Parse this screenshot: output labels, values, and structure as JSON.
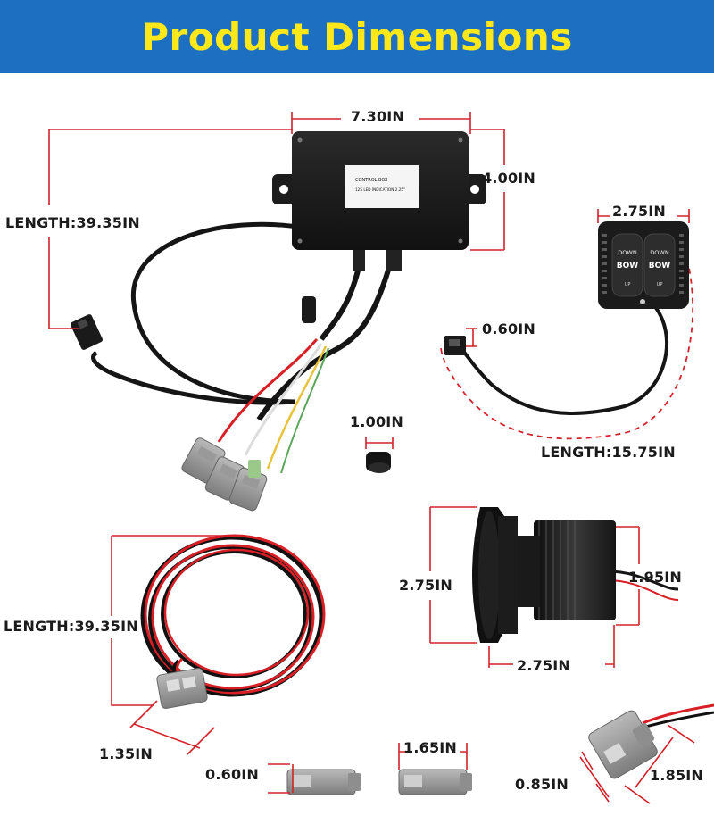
{
  "header": {
    "title": "Product Dimensions"
  },
  "colors": {
    "banner_background": "#1d6fc2",
    "title_text": "#ffe81a",
    "dimension_line": "#d6202a",
    "cable_red": "#d91f26"
  },
  "control_box": {
    "label_line1": "CONTROL BOX",
    "label_line2": "12S LED INDICATION 2.25\"",
    "width_label": "7.30IN",
    "height_label": "4.00IN",
    "cable_length_label": "LENGTH:39.35IN"
  },
  "switch_panel": {
    "width_label": "2.75IN",
    "connector_label": "0.60IN",
    "cable_length_label": "LENGTH:15.75IN",
    "buttons": [
      {
        "top": "DOWN",
        "middle": "BOW",
        "bottom": "UP"
      },
      {
        "top": "DOWN",
        "middle": "BOW",
        "bottom": "UP"
      }
    ]
  },
  "end_cap": {
    "size_label": "1.00IN"
  },
  "mounting_socket": {
    "flange_label": "2.75IN",
    "thread_label": "1.95IN",
    "depth_label": "2.75IN"
  },
  "power_cable": {
    "length_label": "LENGTH:39.35IN",
    "connector_label": "1.35IN"
  },
  "small_connectors": {
    "height_label": "0.60IN",
    "length_label": "1.65IN"
  },
  "pigtail_connector": {
    "height_label": "0.85IN",
    "length_label": "1.85IN"
  }
}
